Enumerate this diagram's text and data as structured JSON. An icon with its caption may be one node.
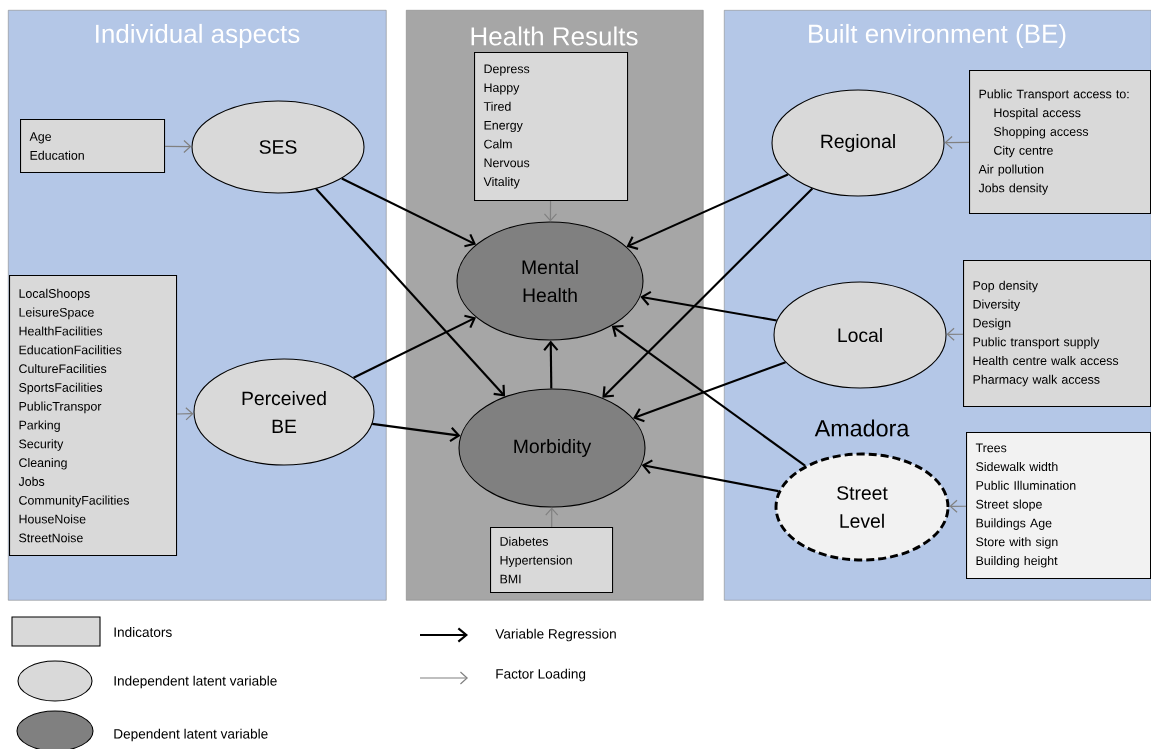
{
  "diagram": {
    "nodes": [
      {
        "text": [
          "Individual aspects"
        ]
      },
      {
        "text": [
          "Health Results"
        ]
      },
      {
        "text": [
          "Built environment (BE)"
        ]
      },
      {
        "text": [
          "Age",
          "Education"
        ],
        "in": 0
      },
      {
        "text": [
          "SES"
        ],
        "in": 0
      },
      {
        "text": [
          "LocalShoops",
          "LeisureSpace",
          "HealthFacilities",
          "EducationFacilities",
          "CultureFacilities",
          "SportsFacilities",
          "PublicTranspor",
          "Parking",
          "Security",
          "Cleaning",
          "Jobs",
          "CommunityFacilities",
          "HouseNoise",
          "StreetNoise"
        ],
        "in": 0
      },
      {
        "text": [
          "Perceived BE"
        ],
        "in": 0
      },
      {
        "text": [
          "Depress",
          "Happy",
          "Tired",
          "Energy",
          "Calm",
          "Nervous",
          "Vitality"
        ],
        "in": 1
      },
      {
        "text": [
          "Mental Health"
        ],
        "in": 1
      },
      {
        "text": [
          "Morbidity"
        ],
        "in": 1
      },
      {
        "text": [
          "Diabetes",
          "Hypertension",
          "BMI"
        ],
        "in": 1
      },
      {
        "text": [
          "Regional"
        ],
        "in": 2
      },
      {
        "text": [
          "Public Transport access to:",
          "Hospital access",
          "Shopping access",
          "City centre",
          "Air pollution",
          "Jobs density"
        ],
        "in": 2
      },
      {
        "text": [
          "Local"
        ],
        "in": 2
      },
      {
        "text": [
          "Pop density",
          "Diversity",
          "Design",
          "Public transport supply",
          "Health centre walk access",
          "Pharmacy walk access"
        ],
        "in": 2
      },
      {
        "text": [
          "Street Level"
        ],
        "in": 2
      },
      {
        "text": [
          "Trees",
          "Sidewalk width",
          "Public Illumination",
          "Street slope",
          "Buildings Age",
          "Store with sign",
          "Building height"
        ],
        "in": 2
      }
    ],
    "edges": [
      {
        "from": 3,
        "to": 4,
        "arrow": "to",
        "color": "#808080"
      },
      {
        "from": 5,
        "to": 6,
        "arrow": "to",
        "color": "#808080"
      },
      {
        "from": 7,
        "to": 8,
        "arrow": "to",
        "color": "#808080"
      },
      {
        "from": 10,
        "to": 9,
        "arrow": "to",
        "color": "#808080"
      },
      {
        "from": 12,
        "to": 11,
        "arrow": "to",
        "color": "#808080"
      },
      {
        "from": 14,
        "to": 13,
        "arrow": "to",
        "color": "#808080"
      },
      {
        "from": 16,
        "to": 15,
        "arrow": "to",
        "color": "#808080"
      },
      {
        "from": 4,
        "to": 8,
        "arrow": "to"
      },
      {
        "from": 4,
        "to": 9,
        "arrow": "to"
      },
      {
        "from": 6,
        "to": 8,
        "arrow": "to"
      },
      {
        "from": 6,
        "to": 9,
        "arrow": "to"
      },
      {
        "from": 9,
        "to": 8,
        "arrow": "to"
      },
      {
        "from": 11,
        "to": 8,
        "arrow": "to"
      },
      {
        "from": 11,
        "to": 9,
        "arrow": "to"
      },
      {
        "from": 13,
        "to": 8,
        "arrow": "to"
      },
      {
        "from": 13,
        "to": 9,
        "arrow": "to"
      },
      {
        "from": 15,
        "to": 8,
        "arrow": "to"
      },
      {
        "from": 15,
        "to": 9,
        "arrow": "to"
      }
    ],
    "labels": [
      "Amadora"
    ],
    "legend": [
      {
        "text": "Indicators",
        "color": "#d9d9d9"
      },
      {
        "text": "Independent latent variable",
        "color": "#d9d9d9"
      },
      {
        "text": "Dependent latent variable",
        "color": "#808080"
      },
      {
        "text": "Variable Regression"
      },
      {
        "text": "Factor Loading"
      }
    ]
  }
}
